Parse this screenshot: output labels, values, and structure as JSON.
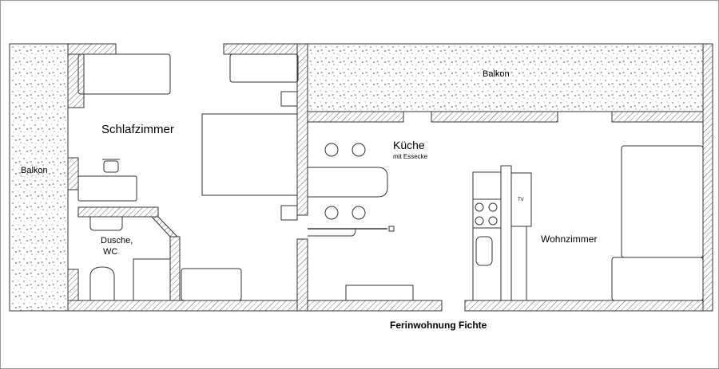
{
  "title": "Ferinwohnung Fichte",
  "rooms": {
    "balkon_left": "Balkon",
    "balkon_top": "Balkon",
    "schlafzimmer": "Schlafzimmer",
    "dusche": "Dusche,",
    "wc": "WC",
    "kueche": "Küche",
    "kueche_sub": "mit Essecke",
    "wohnzimmer": "Wohnzimmer",
    "tv": "TV"
  }
}
